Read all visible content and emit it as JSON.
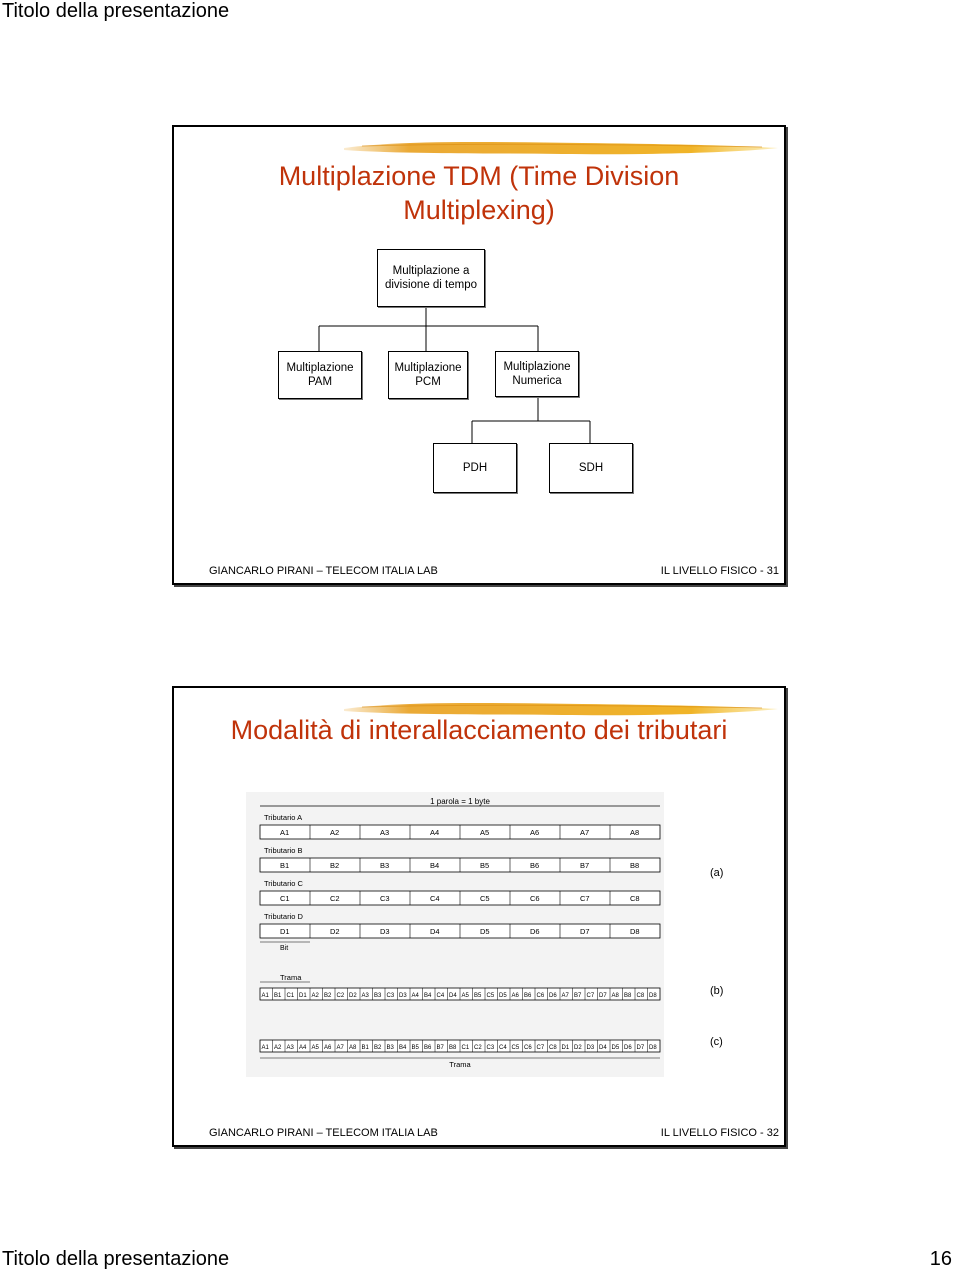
{
  "page": {
    "header_title": "Titolo della presentazione",
    "footer_title": "Titolo della presentazione",
    "page_number": "16"
  },
  "slides": [
    {
      "title": "Multiplazione TDM (Time Division Multiplexing)",
      "tree": {
        "root": "Multiplazione a divisione di tempo",
        "level1": [
          "Multiplazione PAM",
          "Multiplazione PCM",
          "Multiplazione Numerica"
        ],
        "level2": [
          "PDH",
          "SDH"
        ]
      },
      "footer_left": "GIANCARLO PIRANI – TELECOM ITALIA LAB",
      "footer_right": "IL LIVELLO FISICO - 31"
    },
    {
      "title": "Modalità di interallacciamento dei tributari",
      "figure": {
        "word_label": "1 parola = 1 byte",
        "tributaries": [
          {
            "name": "Tributario A",
            "letter": "A"
          },
          {
            "name": "Tributario B",
            "letter": "B"
          },
          {
            "name": "Tributario C",
            "letter": "C"
          },
          {
            "name": "Tributario D",
            "letter": "D"
          }
        ],
        "slots_per_tributary": 8,
        "bit_label": "Bit",
        "frame_label": "Trama",
        "labels": [
          "(a)",
          "(b)",
          "(c)"
        ]
      },
      "footer_left": "GIANCARLO PIRANI – TELECOM ITALIA LAB",
      "footer_right": "IL LIVELLO FISICO - 32"
    }
  ]
}
